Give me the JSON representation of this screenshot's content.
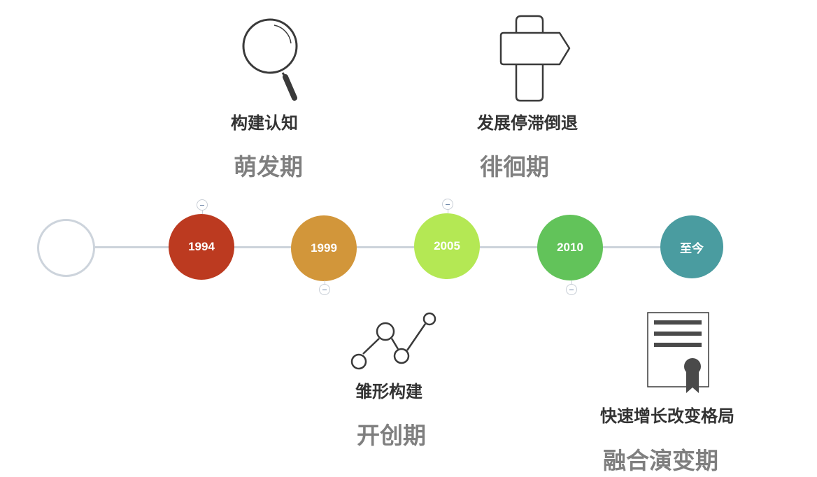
{
  "timeline": {
    "nodes": [
      {
        "label": "1994",
        "color": "#bc3a20"
      },
      {
        "label": "1999",
        "color": "#d2963a"
      },
      {
        "label": "2005",
        "color": "#b4e854"
      },
      {
        "label": "2010",
        "color": "#62c35a"
      },
      {
        "label": "至今",
        "color": "#4a9ca0"
      }
    ]
  },
  "stages": [
    {
      "description": "构建认知",
      "phase": "萌发期",
      "icon": "magnifier-icon"
    },
    {
      "description": "雏形构建",
      "phase": "开创期",
      "icon": "line-chart-icon"
    },
    {
      "description": "发展停滞倒退",
      "phase": "徘徊期",
      "icon": "signpost-icon"
    },
    {
      "description": "快速增长改变格局",
      "phase": "融合演变期",
      "icon": "certificate-icon"
    }
  ],
  "colors": {
    "line": "#ccd3db",
    "phase_text": "#7f7f7f",
    "description_text": "#333333"
  }
}
